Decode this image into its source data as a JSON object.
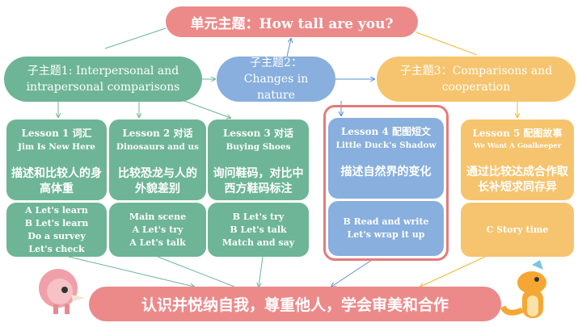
{
  "unit_title": "单元主题：How tall are you?",
  "subthemes": [
    {
      "label": "子主题1: Interpersonal and intrapersonal comparisons",
      "color": "#6db596"
    },
    {
      "label": "子主题2：Changes in nature",
      "color": "#88afdd"
    },
    {
      "label": "子主题3：Comparisons and cooperation",
      "color": "#f6c46e"
    }
  ],
  "lessons": [
    {
      "title": "Lesson 1 词汇",
      "subtitle": "Jim Is New Here",
      "goal": "描述和比较人的身高体重",
      "activities": [
        "A Let's learn",
        "B Let's learn",
        "Do a survey",
        "Let's check"
      ]
    },
    {
      "title": "Lesson 2 对话",
      "subtitle": "Dinosaurs and us",
      "goal": "比较恐龙与人的外貌差别",
      "activities": [
        "Main scene",
        "A Let's try",
        "A Let's talk"
      ]
    },
    {
      "title": "Lesson 3 对话",
      "subtitle": "Buying Shoes",
      "goal": "询问鞋码，对比中西方鞋码标注",
      "activities": [
        "B Let's try",
        "B Let's talk",
        "Match and say"
      ]
    },
    {
      "title": "Lesson 4 配图短文",
      "subtitle": "Little Duck's Shadow",
      "goal": "描述自然界的变化",
      "activities": [
        "B Read and write",
        "Let's wrap it up"
      ]
    },
    {
      "title": "Lesson 5 配图故事",
      "subtitle": "We Want A Goalkeeper",
      "goal": "通过比较达成合作取长补短求同存异",
      "activities": [
        "C Story time"
      ]
    }
  ],
  "bottom_goal": "认识并悦纳自我，尊重他人，学会审美和合作"
}
